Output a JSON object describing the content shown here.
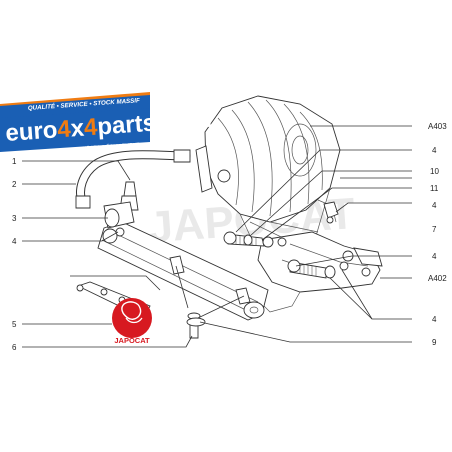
{
  "banner": {
    "tagline": "QUALITÉ • SERVICE • STOCK MASSIF",
    "brand_prefix": "euro",
    "brand_4a": "4",
    "brand_x": "x",
    "brand_4b": "4",
    "brand_suffix": "parts.com",
    "subtitle": "PIÈCES & ÉQUIPEMENT"
  },
  "watermark": "JAPOCAT",
  "logo": {
    "text": "JAPOCAT"
  },
  "callouts_left": [
    "1",
    "2",
    "3",
    "4",
    "5",
    "6"
  ],
  "callouts_right": [
    "A403",
    "4",
    "10",
    "11",
    "4",
    "7",
    "4",
    "A402",
    "4",
    "9"
  ],
  "colors": {
    "banner_blue": "#1a5fb4",
    "banner_orange": "#f07c12",
    "logo_red": "#d71920",
    "line": "#333333"
  }
}
